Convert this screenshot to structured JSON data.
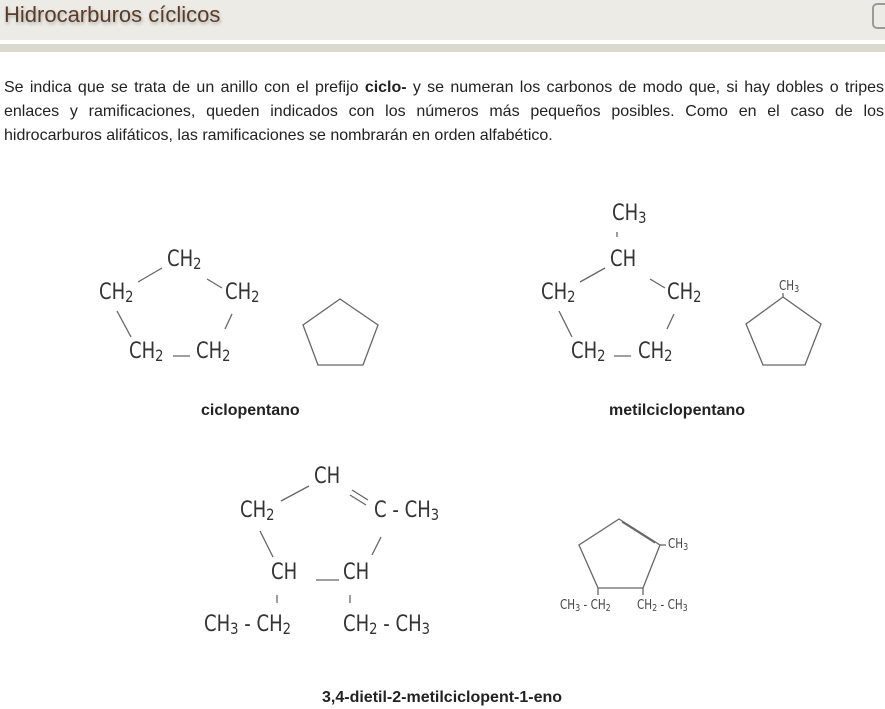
{
  "header": {
    "title": "Hidrocarburos cíclicos",
    "corner_button_icon": "expand-icon"
  },
  "intro": {
    "part1": "Se indica que se trata de un anillo con el prefijo ",
    "bold": "ciclo-",
    "part2": " y se numeran los carbonos de modo que, si hay dobles o tripes enlaces y ramificaciones, queden indicados con los números más pequeños posibles. Como en el caso de los hidrocarburos alifáticos, las ramificaciones se nombrarán en orden alfabético."
  },
  "examples": [
    {
      "name": "ciclopentano",
      "formula_groups": [
        "CH2",
        "CH2",
        "CH2",
        "CH2",
        "CH2"
      ]
    },
    {
      "name": "metilciclopentano",
      "formula_groups": [
        "CH3",
        "CH",
        "CH2",
        "CH2",
        "CH2",
        "CH2"
      ],
      "skeletal_label": "CH3"
    },
    {
      "name": "3,4-dietil-2-metilciclopent-1-eno",
      "formula_groups": [
        "CH",
        "CH2",
        "C - CH3",
        "CH",
        "CH",
        "CH3 - CH2",
        "CH2 - CH3"
      ],
      "skeletal_labels": [
        "CH3",
        "CH3 - CH2",
        "CH2 - CH3"
      ]
    }
  ],
  "labels": {
    "C": "C",
    "CH": "CH",
    "CH2": "CH",
    "CH3": "CH",
    "sub2": "2",
    "sub3": "3",
    "dash": " - "
  }
}
